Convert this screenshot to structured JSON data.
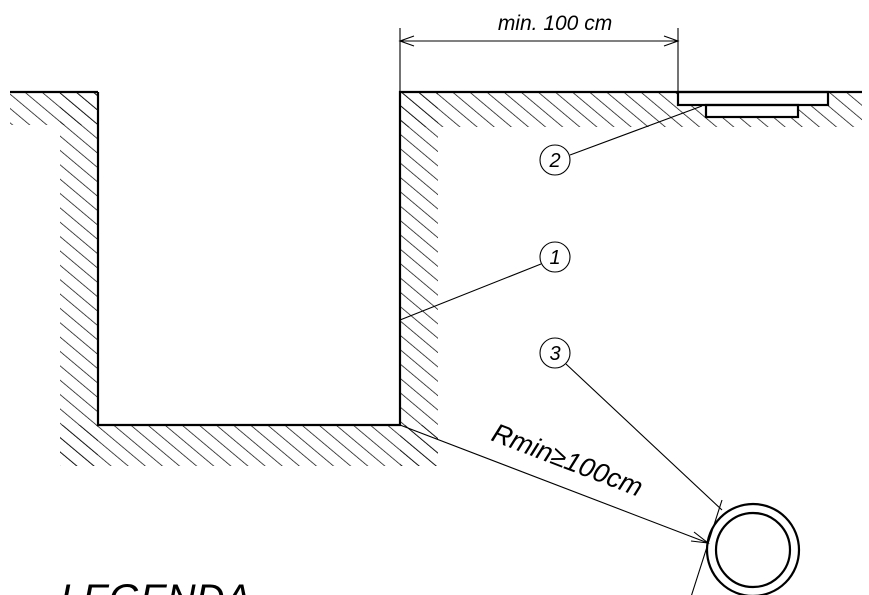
{
  "dimension": {
    "label": "min. 100 cm"
  },
  "callouts": [
    {
      "number": "1",
      "ref": "trench-wall"
    },
    {
      "number": "2",
      "ref": "surface-cover"
    },
    {
      "number": "3",
      "ref": "pipe"
    }
  ],
  "radius": {
    "label": "Rmin≥100cm"
  },
  "legend": {
    "title": "LEGENDA"
  }
}
